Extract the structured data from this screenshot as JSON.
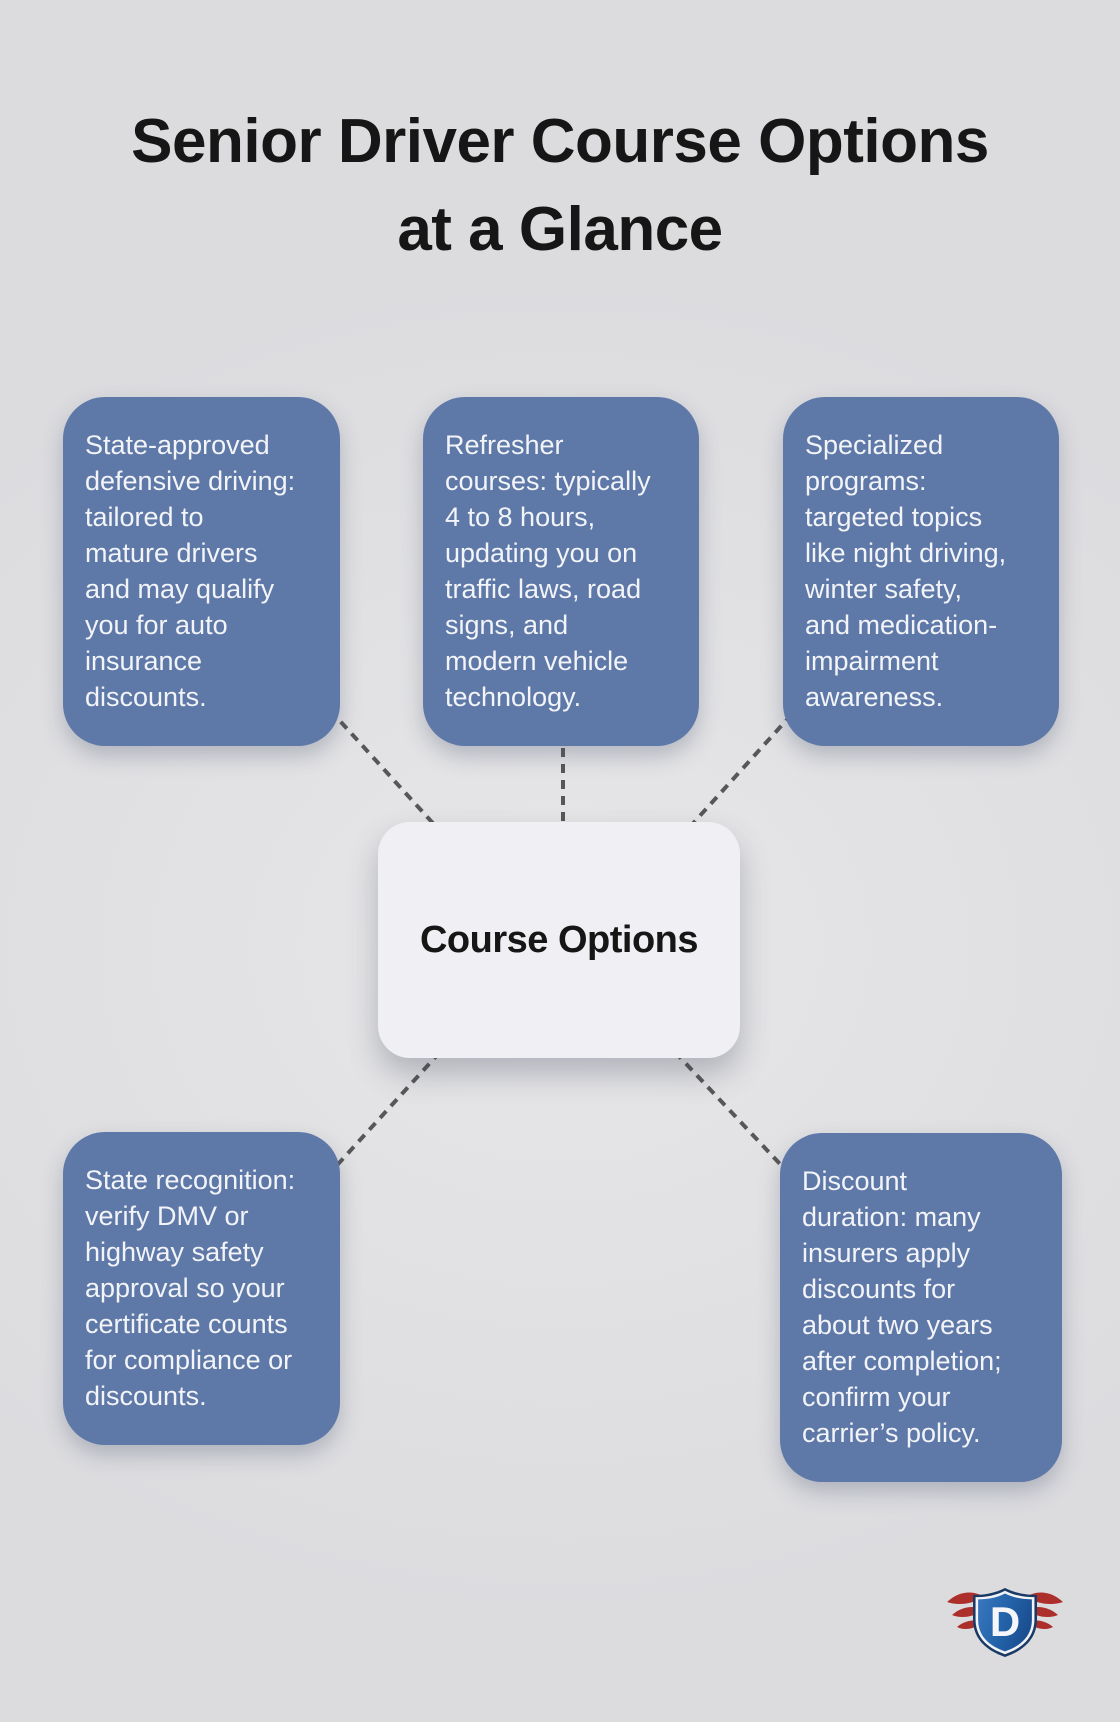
{
  "title": "Senior Driver Course Options\nat a Glance",
  "center_node": {
    "label": "Course Options"
  },
  "nodes": [
    {
      "id": "state-approved-defensive-driving",
      "text": "State-approved\ndefensive driving:\ntailored to\nmature drivers\nand may qualify\nyou for auto\ninsurance\ndiscounts."
    },
    {
      "id": "refresher-courses",
      "text": "Refresher\ncourses: typically\n4 to 8 hours,\nupdating you on\ntraffic laws, road\nsigns, and\nmodern vehicle\ntechnology."
    },
    {
      "id": "specialized-programs",
      "text": "Specialized\nprograms:\ntargeted topics\nlike night driving,\nwinter safety,\nand medication-\nimpairment\nawareness."
    },
    {
      "id": "state-recognition",
      "text": "State recognition:\nverify DMV or\nhighway safety\napproval so your\ncertificate counts\nfor compliance or\ndiscounts."
    },
    {
      "id": "discount-duration",
      "text": "Discount\nduration: many\ninsurers apply\ndiscounts for\nabout two years\nafter completion;\nconfirm your\ncarrier’s policy."
    }
  ],
  "logo": {
    "letter": "D",
    "letter_color": "#f4f6f9",
    "wing_color": "#ac2f2b",
    "shield_dark": "#1a3a66",
    "shield_blue": "#2465ab"
  },
  "colors": {
    "background": "#dfdfe1",
    "title_text": "#161616",
    "node_fill": "#5e78a8",
    "node_text": "#f2f4f8",
    "center_fill": "#f0eff3",
    "center_text": "#161616",
    "connector": "#575757"
  }
}
